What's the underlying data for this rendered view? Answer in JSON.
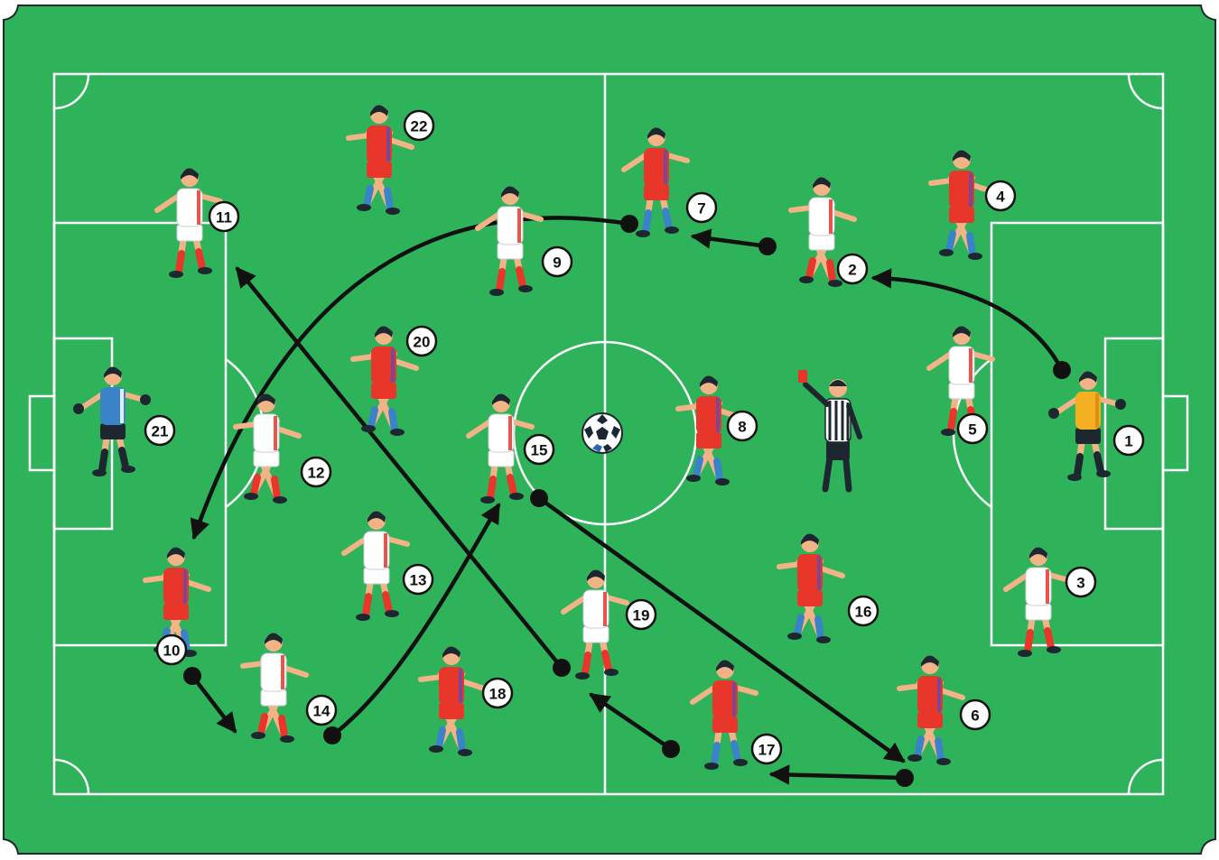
{
  "colors": {
    "pitch": "#2fb35a",
    "line": "#ffffff",
    "red_shirt": "#e8362b",
    "red_stripe": "#6a4aa8",
    "white_shirt": "#ffffff",
    "skin": "#f2b487",
    "hair": "#1d2730",
    "keeper_left": "#3b83c8",
    "keeper_right": "#f5b021",
    "referee": "#1d2730",
    "arrow": "#111111"
  },
  "players": [
    {
      "number": "1",
      "team": "keeper-yellow"
    },
    {
      "number": "2",
      "team": "white"
    },
    {
      "number": "3",
      "team": "white"
    },
    {
      "number": "4",
      "team": "red"
    },
    {
      "number": "5",
      "team": "white"
    },
    {
      "number": "6",
      "team": "red"
    },
    {
      "number": "7",
      "team": "red"
    },
    {
      "number": "8",
      "team": "red"
    },
    {
      "number": "9",
      "team": "white"
    },
    {
      "number": "10",
      "team": "red"
    },
    {
      "number": "11",
      "team": "white"
    },
    {
      "number": "12",
      "team": "white"
    },
    {
      "number": "13",
      "team": "white"
    },
    {
      "number": "14",
      "team": "white"
    },
    {
      "number": "15",
      "team": "white"
    },
    {
      "number": "16",
      "team": "red"
    },
    {
      "number": "17",
      "team": "red"
    },
    {
      "number": "18",
      "team": "red"
    },
    {
      "number": "19",
      "team": "white"
    },
    {
      "number": "20",
      "team": "red"
    },
    {
      "number": "21",
      "team": "keeper-blue"
    },
    {
      "number": "22",
      "team": "red"
    }
  ],
  "referee": {
    "role": "referee",
    "card": "red-card-icon"
  },
  "ball": {
    "icon": "soccer-ball-icon"
  }
}
